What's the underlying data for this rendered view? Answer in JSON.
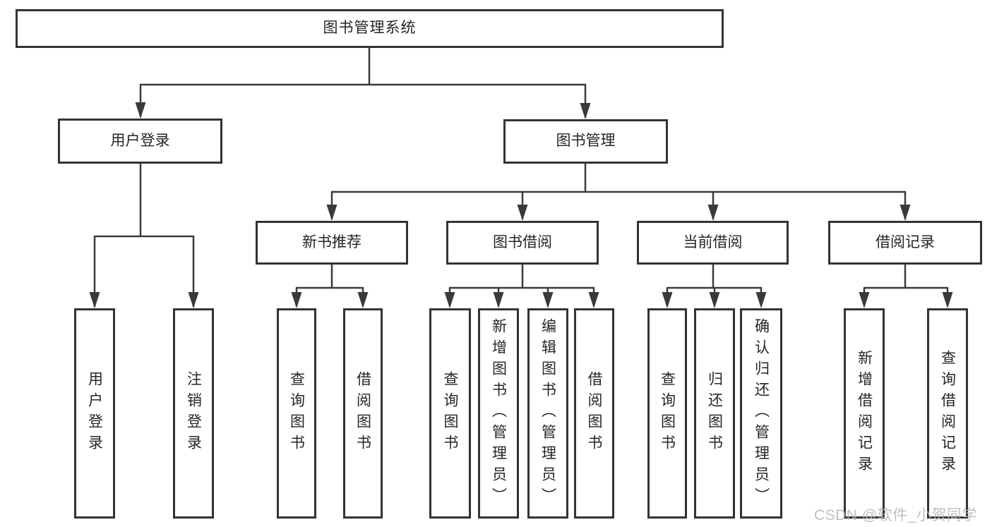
{
  "colors": {
    "line": "#3a3a3a",
    "box_border": "#333333",
    "text": "#262626",
    "background": "#ffffff",
    "watermark": "#b5b5b5"
  },
  "diagram": {
    "title": "图书管理系统",
    "user_login": {
      "label": "用户登录",
      "leaves": [
        "用户登录",
        "注销登录"
      ]
    },
    "book_mgmt": {
      "label": "图书管理",
      "groups": [
        {
          "label": "新书推荐",
          "leaves": [
            "查询图书",
            "借阅图书"
          ]
        },
        {
          "label": "图书借阅",
          "leaves": [
            "查询图书",
            "新增图书（管理员）",
            "编辑图书（管理员）",
            "借阅图书"
          ]
        },
        {
          "label": "当前借阅",
          "leaves": [
            "查询图书",
            "归还图书",
            "确认归还（管理员）"
          ]
        },
        {
          "label": "借阅记录",
          "leaves": [
            "新增借阅记录",
            "查询借阅记录"
          ]
        }
      ]
    }
  },
  "watermark": "CSDN @软件_小贺同学"
}
